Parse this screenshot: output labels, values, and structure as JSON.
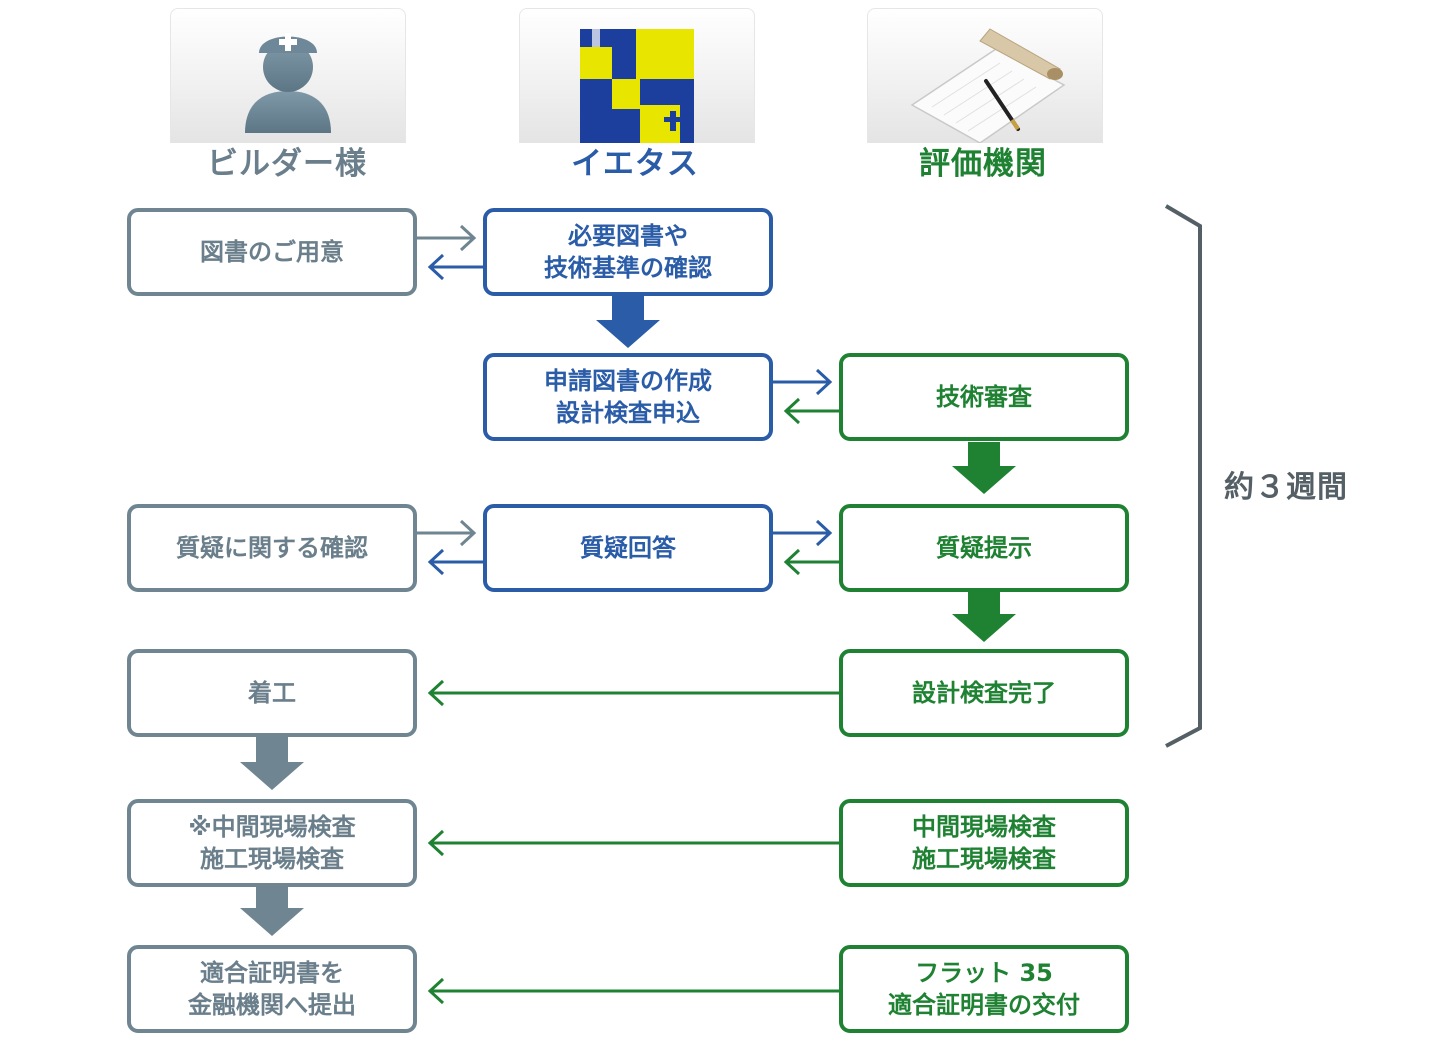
{
  "columns": {
    "builder": "ビルダー様",
    "ietas": "イエタス",
    "agency": "評価機関"
  },
  "boxes": {
    "prepare_docs": "図書のご用意",
    "check_docs": "必要図書や\n技術基準の確認",
    "create_application": "申請図書の作成\n設計検査申込",
    "tech_review": "技術審査",
    "builder_qa_check": "質疑に関する確認",
    "qa_answer": "質疑回答",
    "qa_present": "質疑提示",
    "construction_start": "着工",
    "design_check_done": "設計検査完了",
    "builder_inspections": "※中間現場検査\n施工現場検査",
    "agency_inspections": "中間現場検査\n施工現場検査",
    "submit_certificate": "適合証明書を\n金融機関へ提出",
    "issue_certificate": "フラット 35\n適合証明書の交付"
  },
  "period_label": "約３週間",
  "icons": [
    "builder-person-icon",
    "ietas-logo-icon",
    "agency-document-icon"
  ],
  "colors": {
    "gray": "#6f8591",
    "blue": "#2a5ca8",
    "green": "#1f8233",
    "logo_yellow": "#e8e600",
    "logo_blue": "#1c3f9e"
  }
}
